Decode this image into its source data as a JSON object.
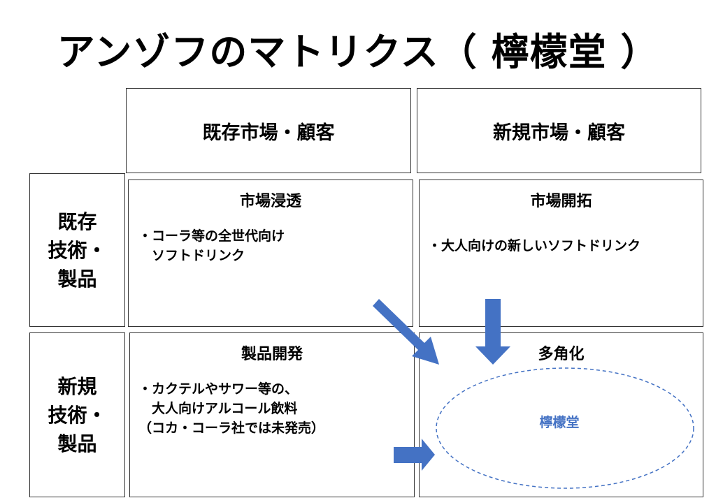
{
  "title": "アンゾフのマトリクス（ 檸檬堂 ）",
  "column_headers": [
    "既存市場・顧客",
    "新規市場・顧客"
  ],
  "row_headers": [
    "既存\n技術・\n製品",
    "新規\n技術・\n製品"
  ],
  "cells": {
    "market_penetration": {
      "title": "市場浸透",
      "text": "・コーラ等の全世代向け\n　ソフトドリンク"
    },
    "market_development": {
      "title": "市場開拓",
      "text": "・大人向けの新しいソフトドリンク"
    },
    "product_development": {
      "title": "製品開発",
      "text": "・カクテルやサワー等の、\n　大人向けアルコール飲料\n（コカ・コーラ社では未発売）"
    },
    "diversification": {
      "title": "多角化",
      "highlight": "檸檬堂"
    }
  },
  "colors": {
    "arrow": "#4472c4",
    "ellipse_stroke": "#4472c4",
    "highlight_text": "#4472c4",
    "border": "#333333"
  }
}
